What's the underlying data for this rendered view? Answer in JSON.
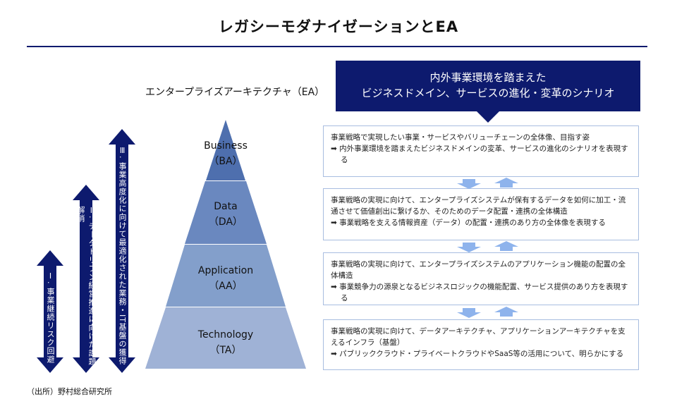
{
  "title": "レガシーモダナイゼーションとEA",
  "ea_label": "エンタープライズアーキテクチャ（EA）",
  "scenario": {
    "line1": "内外事業環境を踏まえた",
    "line2": "ビジネスドメイン、サービスの進化・変革のシナリオ"
  },
  "layers": [
    {
      "name": "Business",
      "abbr": "（BA）",
      "color": "#4e6fae"
    },
    {
      "name": "Data",
      "abbr": "（DA）",
      "color": "#6a88bf"
    },
    {
      "name": "Application",
      "abbr": "（AA）",
      "color": "#839fcb"
    },
    {
      "name": "Technology",
      "abbr": "（TA）",
      "color": "#9fb2d6"
    }
  ],
  "boxes": [
    {
      "text": "事業戦略で実現したい事業・サービスやバリューチェーンの全体像、目指す姿",
      "arrow": "➡ 内外事業環境を踏まえたビジネスドメインの変革、サービスの進化のシナリオを表現する"
    },
    {
      "text": "事業戦略の実現に向けて、エンタープライズシステムが保有するデータを如何に加工・流通させて価値創出に繋げるか、そのためのデータ配置・連携の全体構造",
      "arrow": "➡ 事業戦略を支える情報資産（データ）の配置・連携のあり方の全体像を表現する"
    },
    {
      "text": "事業戦略の実現に向けて、エンタープライズシステムのアプリケーション機能の配置の全体構造",
      "arrow": "➡ 事業競争力の源泉となるビジネスロジックの機能配置、サービス提供のあり方を表現する"
    },
    {
      "text": "事業戦略の実現に向けて、データアーキテクチャ、アプリケーションアーキテクチャを支えるインフラ（基盤）",
      "arrow": "➡ パブリッククラウド・プライベートクラウドやSaaS等の活用について、明らかにする"
    }
  ],
  "goals": [
    "Ⅰ. 事業継続リスク回避",
    "Ⅱ. データドリブン経営推進に向けた課題解消",
    "Ⅲ. 事業高度化に向けて最適化された業務・IT基盤の獲得"
  ],
  "source": "（出所）野村総合研究所",
  "colors": {
    "navy": "#0d1a6e",
    "light_arrow": "#8eb3ec"
  }
}
